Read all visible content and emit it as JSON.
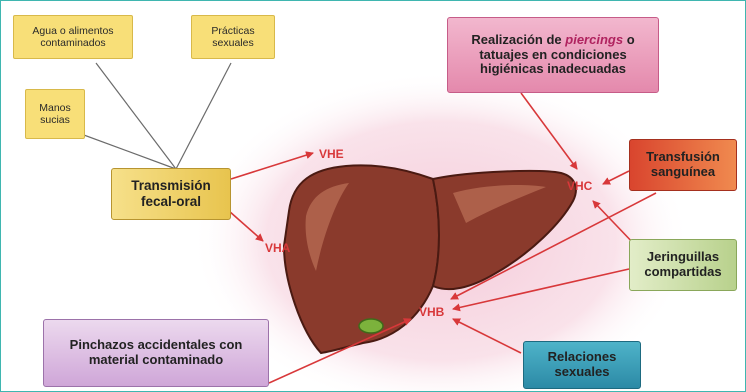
{
  "sources": {
    "water_food": "Agua o alimentos contaminados",
    "sexual_practices": "Prácticas sexuales",
    "dirty_hands": "Manos sucias",
    "fecal_oral": "Transmisión fecal-oral",
    "piercings_prefix": "Realización de ",
    "piercings_italic": "piercings",
    "piercings_rest": "o tatuajes en condiciones higiénicas inadecuadas",
    "transfusion": "Transfusión sanguínea",
    "syringes": "Jeringuillas compartidas",
    "needlestick": "Pinchazos accidentales con material contaminado",
    "sexual_relations": "Relaciones sexuales"
  },
  "viruses": {
    "vhe": "VHE",
    "vha": "VHA",
    "vhc": "VHC",
    "vhb": "VHB"
  },
  "colors": {
    "arrow": "#d8383a",
    "liver": "#8a3a2c",
    "glow": "#f4c6d6",
    "frame": "#3fb6b0"
  }
}
